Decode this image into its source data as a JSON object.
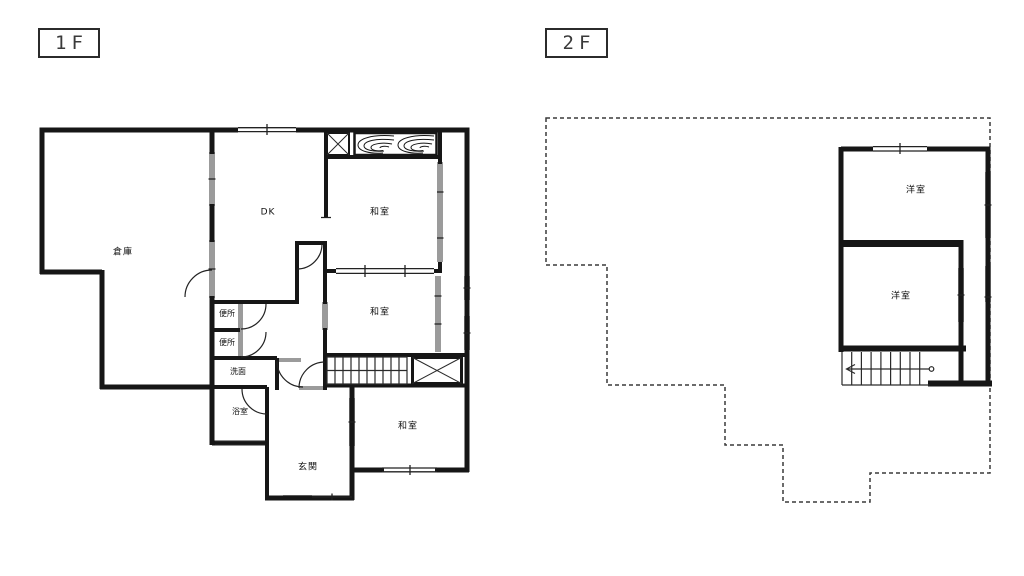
{
  "document": {
    "type": "floor-plan",
    "background": "#ffffff"
  },
  "colors": {
    "wall": "#161616",
    "thin_line": "#222222",
    "opening_gray": "#9b9b9b",
    "dashed_outline": "#3a3a3a",
    "tag_border": "#2b2b2b",
    "label_text": "#111111"
  },
  "floors": {
    "f1": {
      "label": "1F",
      "rooms": {
        "storage": "倉庫",
        "dk": "DK",
        "washitsu_top": "和室",
        "washitsu_mid": "和室",
        "washitsu_bottom": "和室",
        "toilet_upper": "便所",
        "toilet_lower": "便所",
        "washroom": "洗面",
        "bathroom": "浴室",
        "entrance": "玄関"
      }
    },
    "f2": {
      "label": "2F",
      "rooms": {
        "western_room_top": "洋室",
        "western_room_bottom": "洋室"
      }
    }
  }
}
